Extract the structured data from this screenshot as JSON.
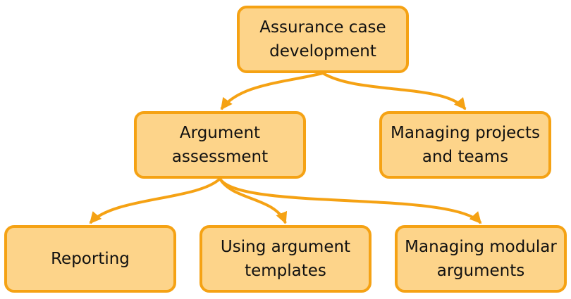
{
  "diagram": {
    "type": "hierarchy",
    "colors": {
      "node_fill": "#fdd48a",
      "node_border": "#f5a214",
      "edge": "#f5a214",
      "text": "#111111"
    },
    "nodes": {
      "root": {
        "lines": [
          "Assurance case",
          "development"
        ]
      },
      "argument_assessment": {
        "lines": [
          "Argument",
          "assessment"
        ]
      },
      "managing_projects": {
        "lines": [
          "Managing projects",
          "and teams"
        ]
      },
      "reporting": {
        "lines": [
          "Reporting"
        ]
      },
      "using_templates": {
        "lines": [
          "Using argument",
          "templates"
        ]
      },
      "managing_modular": {
        "lines": [
          "Managing modular",
          "arguments"
        ]
      }
    },
    "edges": [
      {
        "from": "root",
        "to": "argument_assessment"
      },
      {
        "from": "root",
        "to": "managing_projects"
      },
      {
        "from": "argument_assessment",
        "to": "reporting"
      },
      {
        "from": "argument_assessment",
        "to": "using_templates"
      },
      {
        "from": "argument_assessment",
        "to": "managing_modular"
      }
    ]
  }
}
